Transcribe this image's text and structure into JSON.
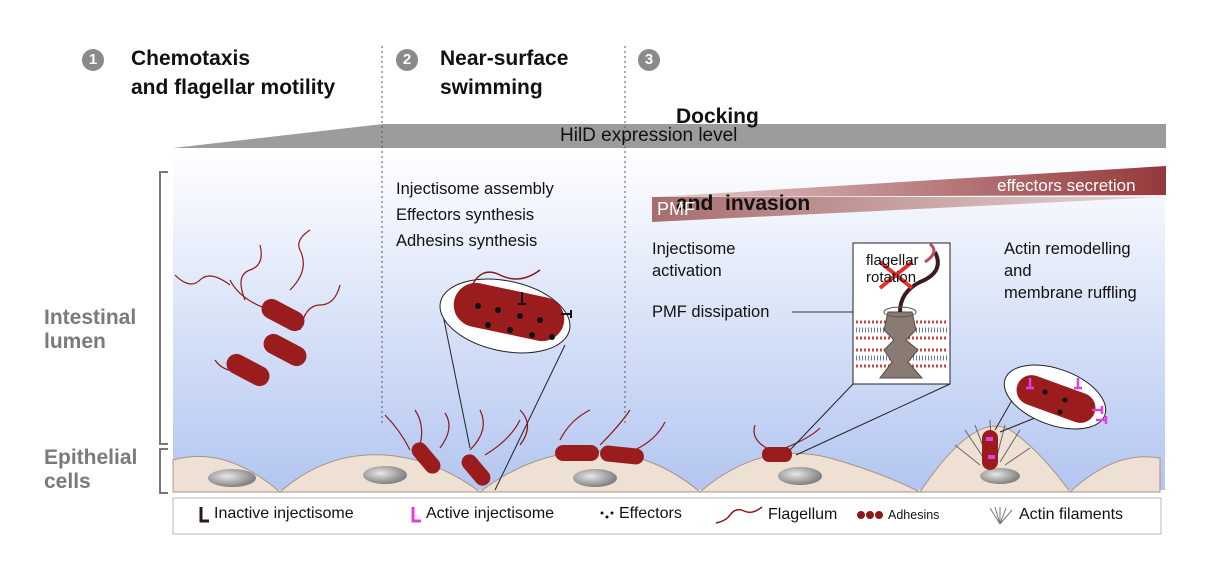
{
  "stages": [
    {
      "number": "1",
      "title_line1": "Chemotaxis",
      "title_line2": "and flagellar motility"
    },
    {
      "number": "2",
      "title_line1": "Near-surface",
      "title_line2": "swimming"
    },
    {
      "number": "3",
      "title_line1": "Docking",
      "title_line2": "and  invasion"
    }
  ],
  "bars": {
    "hild_label": "HilD expression level",
    "effectors_label": "effectors secretion",
    "pmf_label": "PMF"
  },
  "side_labels": {
    "lumen_line1": "Intestinal",
    "lumen_line2": "lumen",
    "cells_line1": "Epithelial",
    "cells_line2": "cells"
  },
  "stage2_notes": [
    "Injectisome assembly",
    "Effectors synthesis",
    "Adhesins synthesis"
  ],
  "stage3_notes": {
    "activation_line1": "Injectisome",
    "activation_line2": "activation",
    "dissipation": "PMF dissipation",
    "rotation_line1": "flagellar",
    "rotation_line2": "rotation",
    "remodel_line1": "Actin remodelling",
    "remodel_line2": "and",
    "remodel_line3": "membrane ruffling"
  },
  "legend": [
    {
      "label": "Inactive injectisome",
      "icon": "inactive-injectisome-icon"
    },
    {
      "label": "Active injectisome",
      "icon": "active-injectisome-icon"
    },
    {
      "label": "Effectors",
      "icon": "effectors-icon"
    },
    {
      "label": "Flagellum",
      "icon": "flagellum-icon"
    },
    {
      "label": "Adhesins",
      "icon": "adhesins-icon"
    },
    {
      "label": "Actin filaments",
      "icon": "actin-filaments-icon"
    }
  ],
  "colors": {
    "bacterium": "#9b1c1c",
    "flagellum": "#8b1a1a",
    "active_injectisome": "#e040e0",
    "hild_bar": "#9a9a9a",
    "pmf_bar": "#b07a7a",
    "effectors_bar": "#9a4848",
    "epithelium": "#eedfd3",
    "lumen_top": "#ffffff",
    "lumen_bottom": "#b7c9f2"
  }
}
